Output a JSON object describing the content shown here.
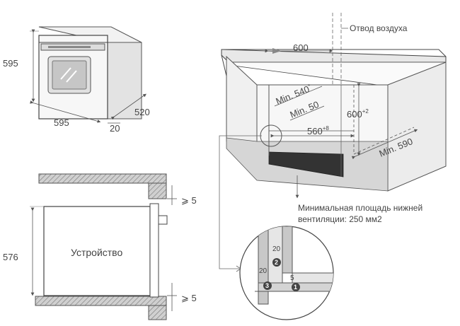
{
  "oven": {
    "height": "595",
    "width": "595",
    "depth": "520",
    "panel": "20"
  },
  "side_view": {
    "device_label": "Устройство",
    "height": "576",
    "gap_top": "⩾ 5",
    "gap_bottom": "⩾ 5"
  },
  "cabinet": {
    "air_outlet_label": "Отвод воздуха",
    "width": "600",
    "min_depth_prefix": "Min.",
    "min_depth": "540",
    "min_depth_sup": "*",
    "min_gap_prefix": "Min.",
    "min_gap": "50",
    "niche_height": "600",
    "niche_height_sup": "+2",
    "niche_width": "560",
    "niche_width_sup": "+8",
    "min_cabinet_prefix": "Min.",
    "min_cabinet": "590",
    "ventilation_line1": "Минимальная площадь нижней",
    "ventilation_line2": "вентиляции: 250 мм2"
  },
  "detail": {
    "dim_top": "20",
    "dim_side": "20",
    "dim_inner": "5",
    "marker1": "1",
    "marker2": "2",
    "marker3": "3"
  }
}
